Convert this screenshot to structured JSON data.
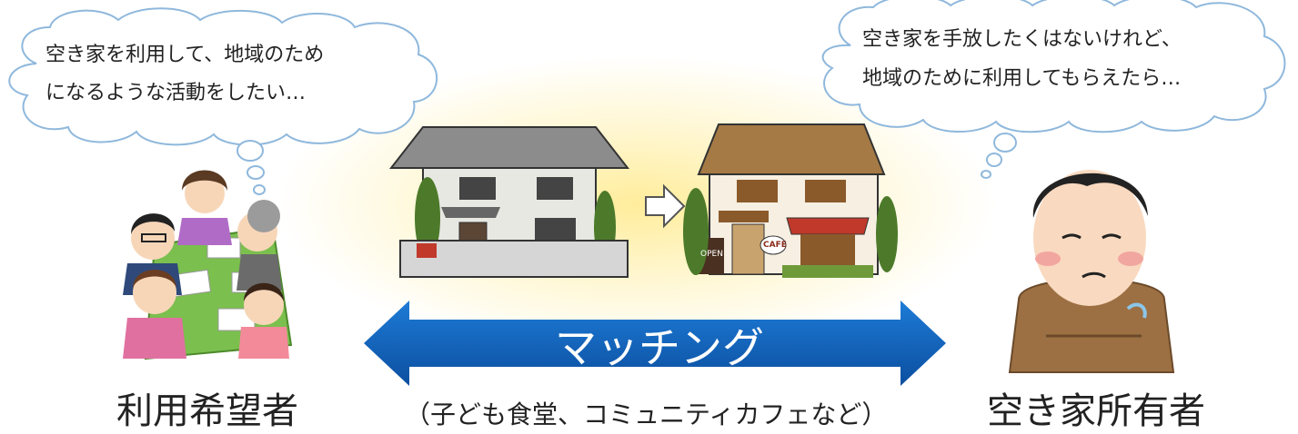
{
  "left_bubble": {
    "line1": "空き家を利用して、地域のため",
    "line2": "になるような活動をしたい…"
  },
  "right_bubble": {
    "line1": "空き家を手放したくはないけれど、",
    "line2": "地域のために利用してもらえたら…"
  },
  "left_label": "利用希望者",
  "right_label": "空き家所有者",
  "arrow_label": "マッチング",
  "caption": "（子ども食堂、コミュニティカフェなど）",
  "house_signs": {
    "open": "OPEN",
    "cafe": "CAFE"
  },
  "colors": {
    "arrow": "#1565c0",
    "cloud_stroke": "#8fb8dc",
    "glow": "#ffec96"
  }
}
